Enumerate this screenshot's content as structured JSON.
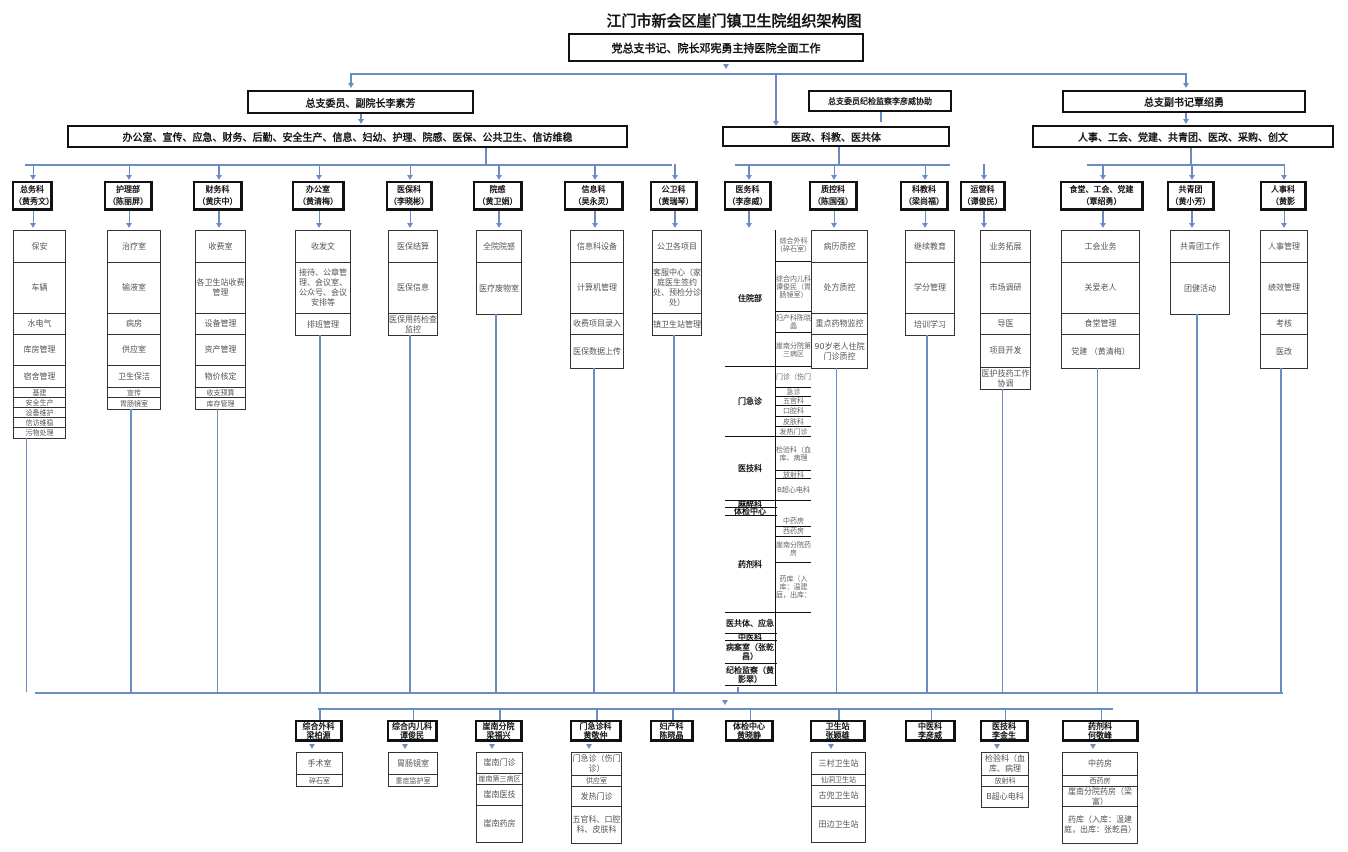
{
  "title": "江门市新会区崖门镇卫生院组织架构图",
  "top": "党总支书记、院长邓宪勇主持医院全面工作",
  "branches": {
    "left_leader": "总支委员、副院长李素芳",
    "left_scope": "办公室、宣传、应急、财务、后勤、安全生产、信息、妇幼、护理、院感、医保、公共卫生、信访维稳",
    "mid_assist": "总支委员纪检监察李彦威协助",
    "mid_scope": "医政、科教、医共体",
    "right_leader": "总支副书记覃绍勇",
    "right_scope": "人事、工会、党建、共青团、医改、采购、创文"
  },
  "departments": [
    {
      "name": "总务科",
      "head": "（黄秀文）",
      "items": [
        "保安",
        "车辆",
        "水电气",
        "库房管理",
        "宿舍管理",
        "基建",
        "安全生产",
        "设备维护",
        "信访维稳",
        "污物处理"
      ]
    },
    {
      "name": "护理部",
      "head": "（陈丽屏）",
      "items": [
        "治疗室",
        "输液室",
        "病房",
        "供应室",
        "卫生保洁",
        "宣传",
        "胃肠镜室"
      ]
    },
    {
      "name": "财务科",
      "head": "（黄庆中）",
      "items": [
        "收费室",
        "各卫生站收费管理",
        "设备管理",
        "资产管理",
        "物价核定",
        "收支预算",
        "库存管理"
      ]
    },
    {
      "name": "办公室",
      "head": "（黄清梅）",
      "items": [
        "收发文",
        "接待、公章管理、会议室、公众号、会议安排等",
        "排班管理"
      ]
    },
    {
      "name": "医保科",
      "head": "（李晓彬）",
      "items": [
        "医保结算",
        "医保信息",
        "医保用药检查监控"
      ]
    },
    {
      "name": "院感",
      "head": "（黄卫娟）",
      "items": [
        "全院院感",
        "医疗废物室"
      ]
    },
    {
      "name": "信息科",
      "head": "（吴永灵）",
      "items": [
        "信息科设备",
        "计算机管理",
        "收费项目录入",
        "医保数据上传"
      ]
    },
    {
      "name": "公卫科",
      "head": "（黄瑞琴）",
      "items": [
        "公卫各项目",
        "客服中心（家庭医生签约处、预检分诊处）",
        "镇卫生站管理"
      ]
    },
    {
      "name": "医务科",
      "head": "（李彦威）",
      "items": []
    },
    {
      "name": "质控科",
      "head": "（陈国强）",
      "items": [
        "病历质控",
        "处方质控",
        "重点药物监控",
        "90岁老人住院门诊质控"
      ]
    },
    {
      "name": "科教科",
      "head": "（梁尚福）",
      "items": [
        "继续教育",
        "学分管理",
        "培训学习"
      ]
    },
    {
      "name": "运营科",
      "head": "（谭俊民）",
      "items": [
        "业务拓展",
        "市场调研",
        "导医",
        "项目开发",
        "医护技药工作协调"
      ]
    },
    {
      "name": "食堂、工会、党建",
      "head": "（覃绍勇）",
      "items": [
        "工会业务",
        "关爱老人",
        "食堂管理",
        "党建 （黄清梅）"
      ]
    },
    {
      "name": "共青团",
      "head": "（黄小芳）",
      "items": [
        "共青团工作",
        "团健活动"
      ]
    },
    {
      "name": "人事科",
      "head": "（黄影",
      "items": [
        "人事管理",
        "绩效管理",
        "考核",
        "医改"
      ]
    }
  ],
  "medical_affairs_table": [
    {
      "name": "住院部",
      "subs": [
        "综合外科（碎石室）",
        "综合内儿科谭俊民（胃肠镜室）",
        "妇产科陈晓晶",
        "崖南分院第三病区"
      ]
    },
    {
      "name": "门急诊",
      "subs": [
        "门诊（伤门",
        "急诊",
        "五官科",
        "口腔科",
        "皮肤科",
        "发热门诊"
      ]
    },
    {
      "name": "医技科",
      "subs": [
        "检验科（血库、病理",
        "放射科",
        "B超心电科"
      ]
    },
    {
      "name": "麻醉科",
      "subs": []
    },
    {
      "name": "体检中心",
      "subs": []
    },
    {
      "name": "药剂科",
      "subs": [
        "中药房",
        "西药房",
        "崖南分院药房",
        "药库（入库：温建庭，出库："
      ]
    },
    {
      "name": "医共体、应急",
      "subs": []
    },
    {
      "name": "中医科",
      "subs": []
    },
    {
      "name": "病案室（张乾昌）",
      "subs": []
    },
    {
      "name": "纪检监察（黄影翠）",
      "subs": []
    }
  ],
  "bottom_units": [
    {
      "name": "综合外科",
      "head": "梁柏源",
      "items": [
        "手术室",
        "碎石室"
      ]
    },
    {
      "name": "综合内儿科",
      "head": "谭俊民",
      "items": [
        "胃肠镜室",
        "重症监护室"
      ]
    },
    {
      "name": "崖南分院",
      "head": "梁福兴",
      "items": [
        "崖南门诊",
        "崖南第三病区",
        "崖南医技",
        "崖南药房"
      ]
    },
    {
      "name": "门急诊科",
      "head": "黄敬仲",
      "items": [
        "门急诊（伤门诊）",
        "供应室",
        "发热门诊",
        "五官科、口腔科、皮肤科"
      ]
    },
    {
      "name": "妇产科",
      "head": "陈晓晶",
      "items": []
    },
    {
      "name": "体检中心",
      "head": "黄晓静",
      "items": []
    },
    {
      "name": "卫生站",
      "head": "张颖雄",
      "items": [
        "三村卫生站",
        "仙洞卫生站",
        "古兜卫生站",
        "田边卫生站"
      ]
    },
    {
      "name": "中医科",
      "head": "李彦威",
      "items": []
    },
    {
      "name": "医技科",
      "head": "李金生",
      "items": [
        "检验科（血库、病理",
        "放射科",
        "B超心电科"
      ]
    },
    {
      "name": "药剂科",
      "head": "何敬峰",
      "items": [
        "中药房",
        "西药房",
        "崖南分院药房（梁富）",
        "药库（入库：温建庭，出库：张乾昌）"
      ]
    }
  ]
}
